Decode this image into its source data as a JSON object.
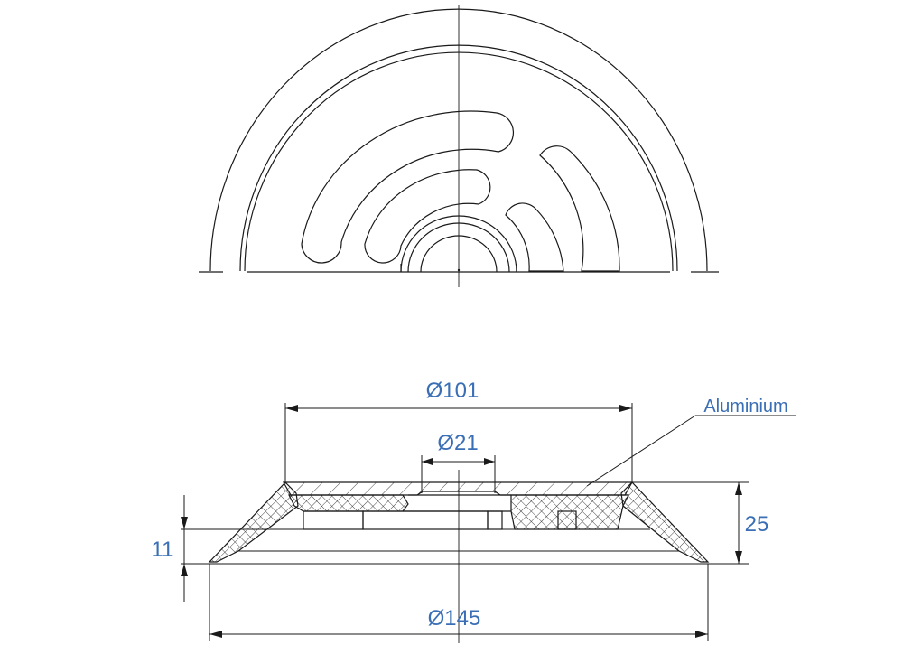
{
  "labels": {
    "dim_top_diameter": "Ø101",
    "dim_bore_diameter": "Ø21",
    "dim_base_diameter": "Ø145",
    "dim_height_total": "25",
    "dim_height_lower": "11",
    "material_callout": "Aluminium"
  },
  "colors": {
    "dimension_text": "#3a6fb5",
    "line": "#1a1a1a"
  }
}
